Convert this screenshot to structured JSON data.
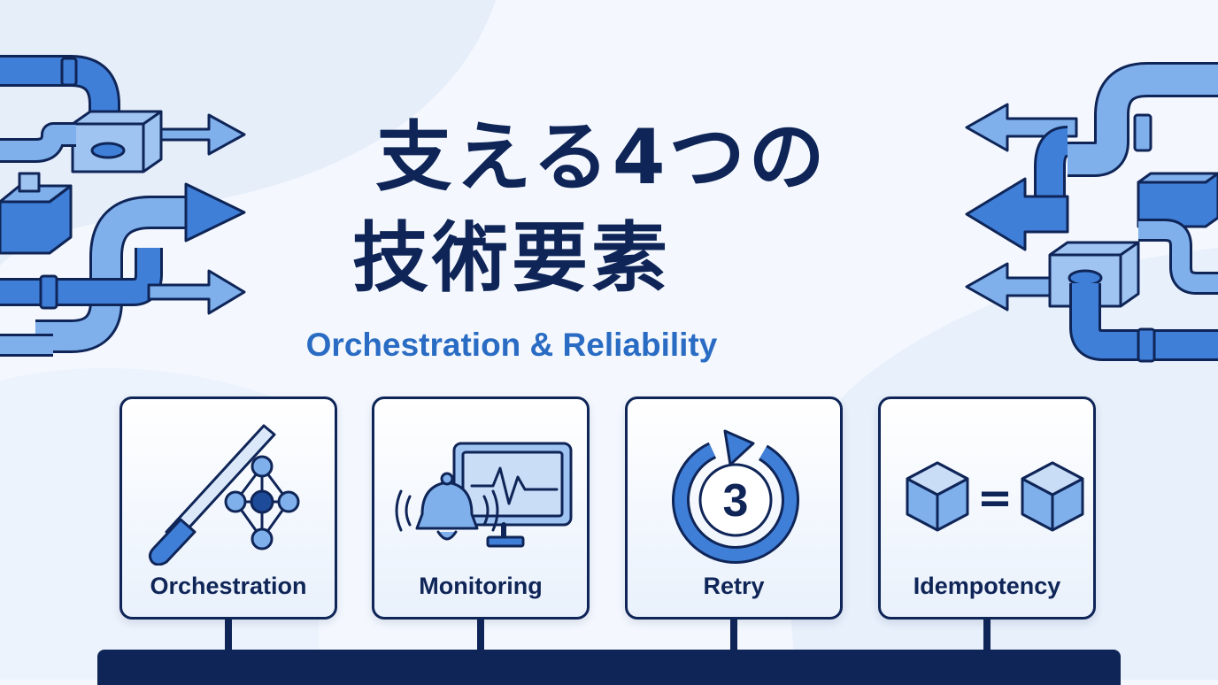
{
  "title": {
    "line1": "支える4つの",
    "line2": "技術要素",
    "subtitle": "Orchestration & Reliability"
  },
  "cards": [
    {
      "label": "Orchestration",
      "icon": "baton-network-icon"
    },
    {
      "label": "Monitoring",
      "icon": "bell-monitor-icon"
    },
    {
      "label": "Retry",
      "icon": "retry-circle-icon",
      "number": "3"
    },
    {
      "label": "Idempotency",
      "icon": "cube-equals-cube-icon",
      "symbol": "="
    }
  ],
  "colors": {
    "navy": "#0f2557",
    "accent": "#2a6cc3",
    "pipe_blue": "#3f7fd8",
    "pipe_light": "#7fb0ec",
    "background": "#f4f8fe"
  }
}
